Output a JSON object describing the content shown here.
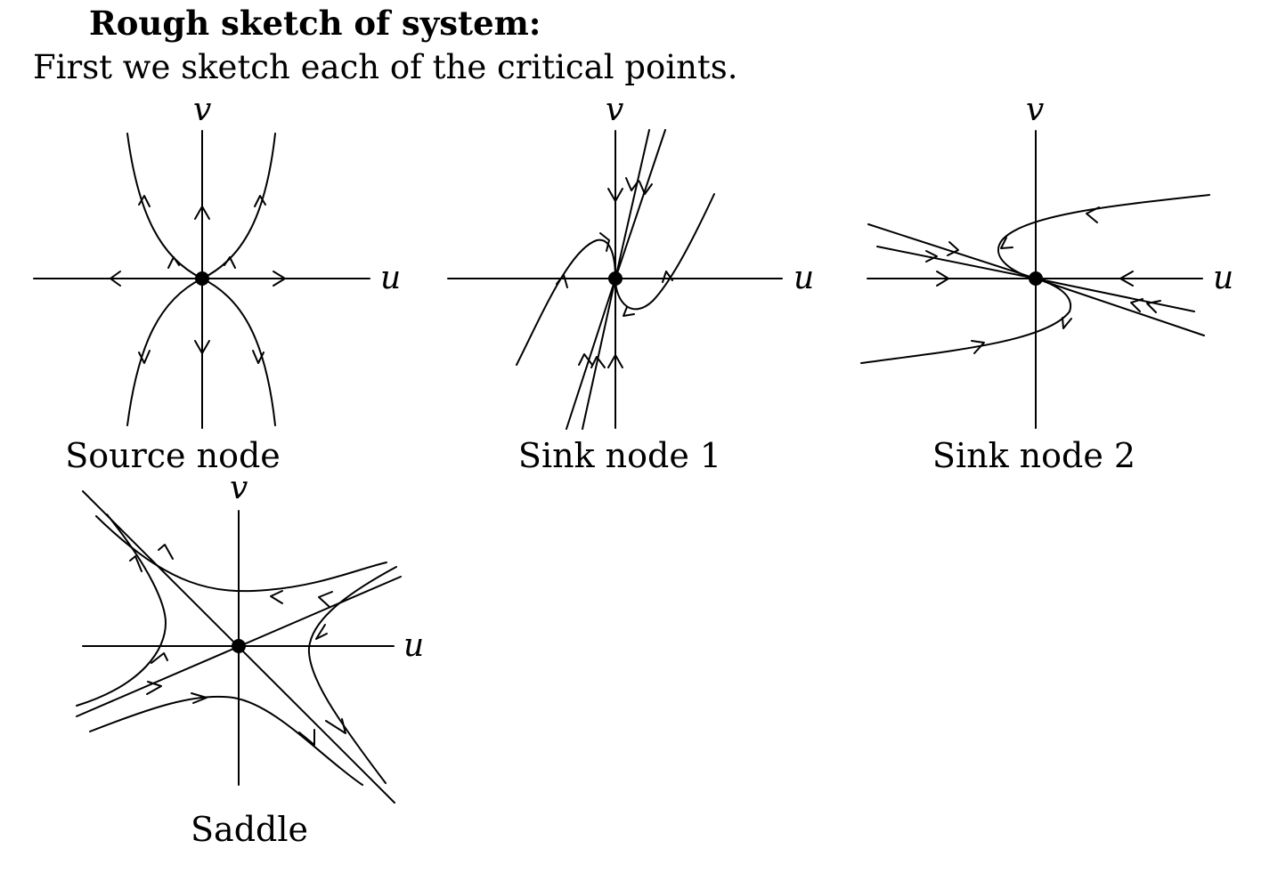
{
  "heading": "Rough sketch of system:",
  "intro": "First we sketch each of the critical points.",
  "diagrams": [
    {
      "id": "source",
      "caption": "Source node",
      "x_axis_label": "u",
      "y_axis_label": "v"
    },
    {
      "id": "sink1",
      "caption": "Sink node 1",
      "x_axis_label": "u",
      "y_axis_label": "v"
    },
    {
      "id": "sink2",
      "caption": "Sink node 2",
      "x_axis_label": "u",
      "y_axis_label": "v"
    },
    {
      "id": "saddle",
      "caption": "Saddle",
      "x_axis_label": "u",
      "y_axis_label": "v"
    }
  ]
}
